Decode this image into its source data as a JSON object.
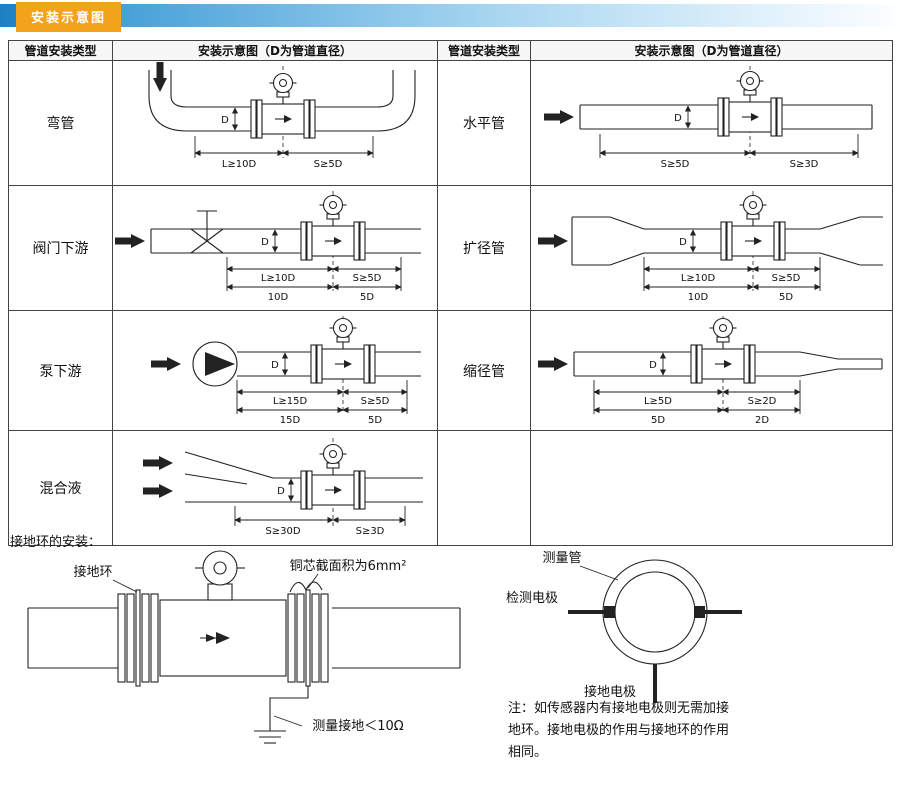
{
  "header": {
    "title": "安装示意图"
  },
  "labels": {
    "d": "D"
  },
  "table": {
    "col_headers": [
      "管道安装类型",
      "安装示意图（D为管道直径）",
      "管道安装类型",
      "安装示意图（D为管道直径）"
    ],
    "rows": [
      {
        "left": {
          "type": "弯管",
          "dim1": "L≥10D",
          "dim2": "S≥5D"
        },
        "right": {
          "type": "水平管",
          "dim1": "S≥5D",
          "dim2": "S≥3D"
        }
      },
      {
        "left": {
          "type": "阀门下游",
          "dim1": "L≥10D",
          "dim2": "S≥5D",
          "dim3": "10D",
          "dim4": "5D"
        },
        "right": {
          "type": "扩径管",
          "dim1": "L≥10D",
          "dim2": "S≥5D",
          "dim3": "10D",
          "dim4": "5D"
        }
      },
      {
        "left": {
          "type": "泵下游",
          "dim1": "L≥15D",
          "dim2": "S≥5D",
          "dim3": "15D",
          "dim4": "5D"
        },
        "right": {
          "type": "缩径管",
          "dim1": "L≥5D",
          "dim2": "S≥2D",
          "dim3": "5D",
          "dim4": "2D"
        }
      },
      {
        "left": {
          "type": "混合液",
          "dim1": "S≥30D",
          "dim2": "S≥3D"
        }
      }
    ]
  },
  "grounding": {
    "section_title": "接地环的安装：",
    "install_labels": {
      "ring": "接地环",
      "copper_wire": "铜芯截面积为6mm²",
      "measure_ground": "测量接地＜10Ω"
    },
    "cross_section_labels": {
      "measuring_tube": "测量管",
      "detection_electrode": "检测电极",
      "grounding_electrode": "接地电极"
    },
    "note_lines": [
      "注：如传感器内有接地电极则无需加接",
      "地环。接地电极的作用与接地环的作用",
      "相同。"
    ]
  }
}
